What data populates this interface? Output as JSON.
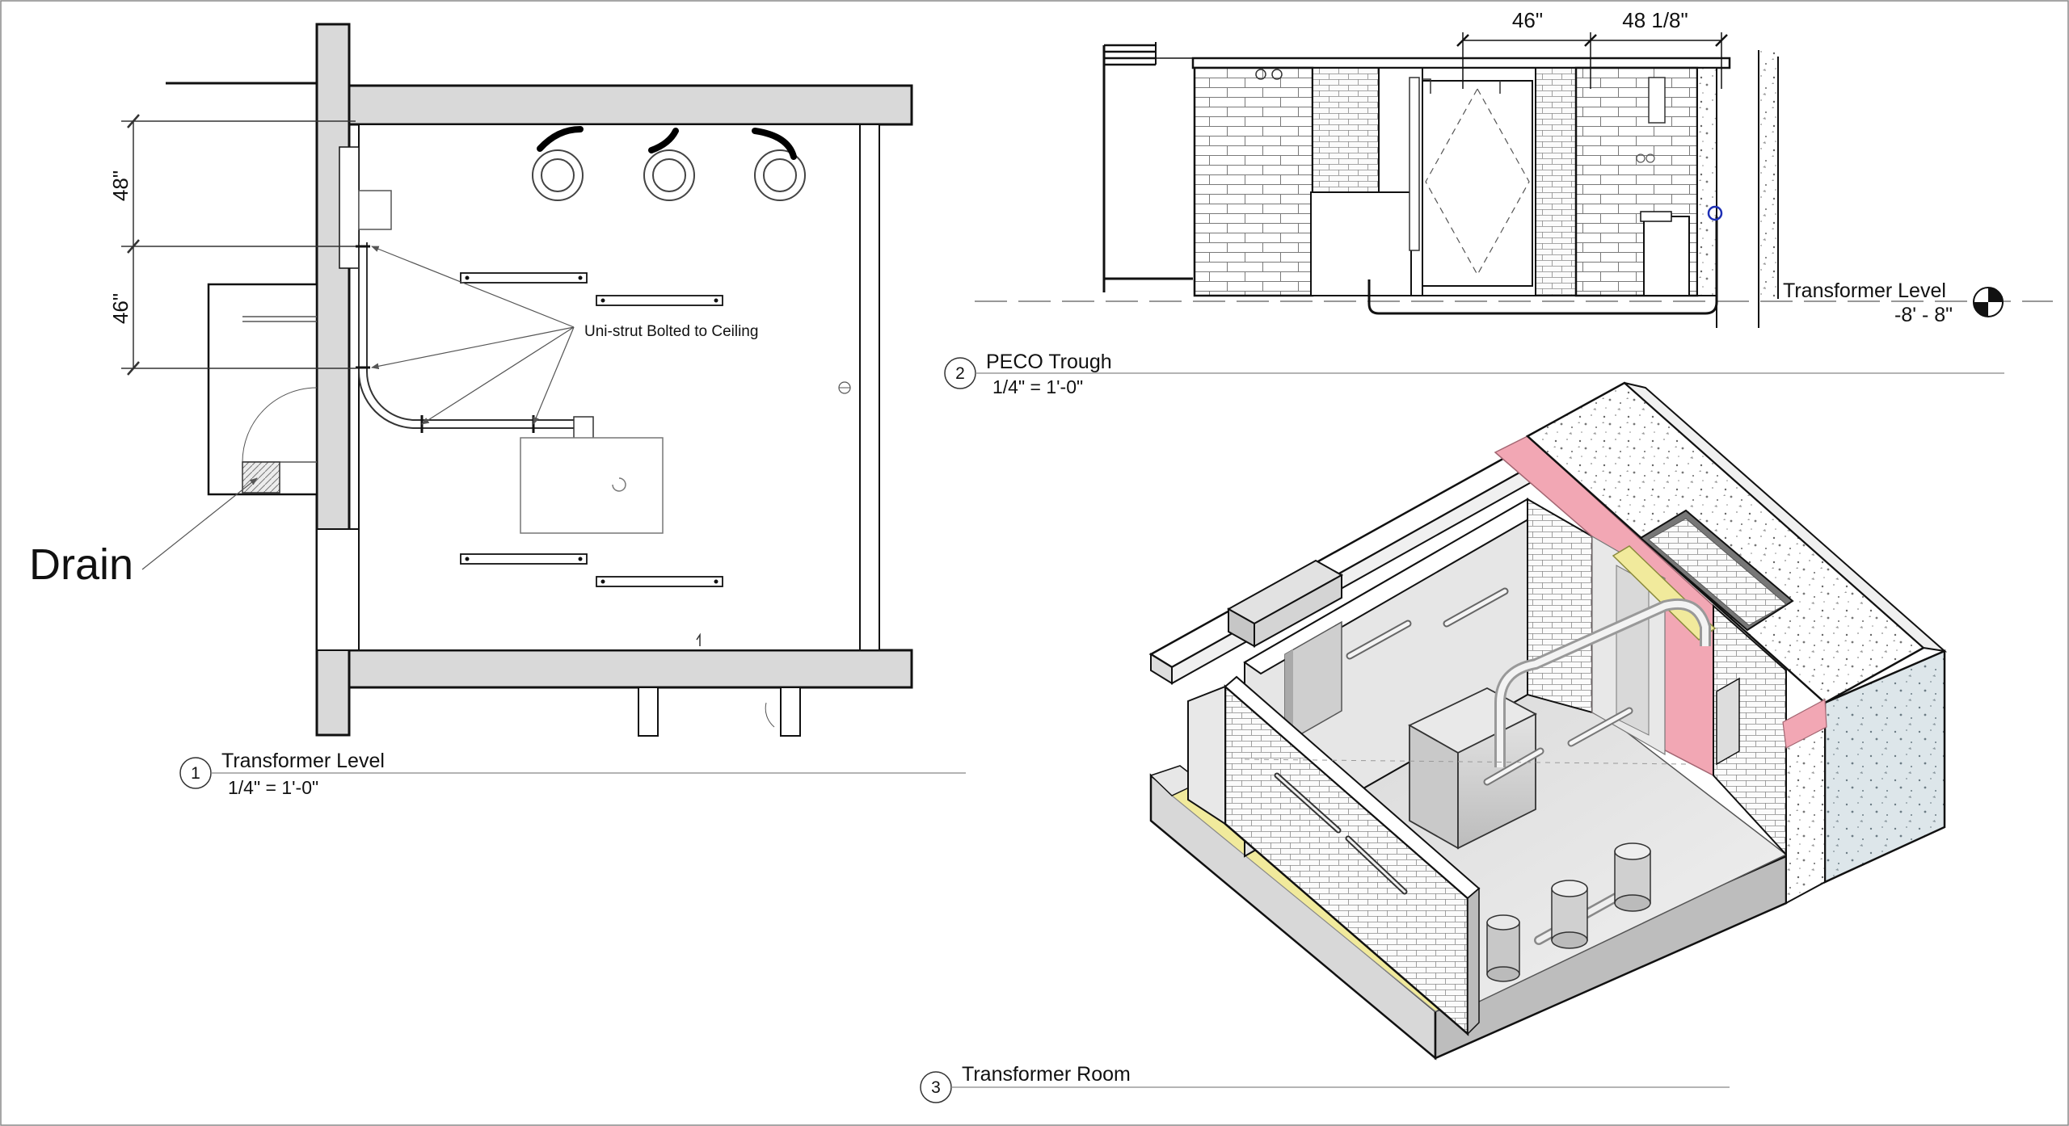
{
  "views": [
    {
      "number": "1",
      "title": "Transformer Level",
      "scale": "1/4\" = 1'-0\""
    },
    {
      "number": "2",
      "title": "PECO Trough",
      "scale": "1/4\" = 1'-0\""
    },
    {
      "number": "3",
      "title": "Transformer Room"
    }
  ],
  "plan": {
    "drain_label": "Drain",
    "unistrut_note": "Uni-strut Bolted to Ceiling",
    "dim_upper": "48\"",
    "dim_lower": "46\""
  },
  "section": {
    "dim_left": "46\"",
    "dim_right": "48 1/8\"",
    "level_name": "Transformer Level",
    "level_elevation": "-8' - 8\""
  },
  "colors": {
    "wall_fill": "#d9d9d9",
    "fire_barrier": "#f2a7b4",
    "trough_yellow": "#f1ea9c",
    "concrete": "#dde6ea",
    "floor": "#e6e6e6",
    "line": "#111111"
  }
}
